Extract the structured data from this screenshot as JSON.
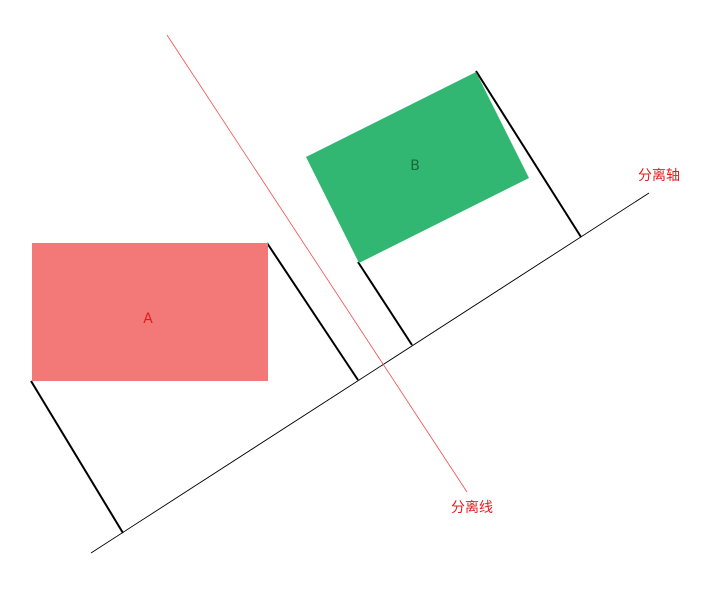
{
  "shapes": {
    "a": {
      "label": "A",
      "fill": "#f37878",
      "label_color": "#e01e1e"
    },
    "b": {
      "label": "B",
      "fill": "#31b772",
      "label_color": "#136b3a"
    }
  },
  "separating_axis": {
    "label": "分离轴",
    "line_color": "#000000",
    "label_color": "#e01e1e"
  },
  "separating_line": {
    "label": "分离线",
    "line_color": "#f05050",
    "label_color": "#e01e1e"
  },
  "projection_color": "#000000"
}
